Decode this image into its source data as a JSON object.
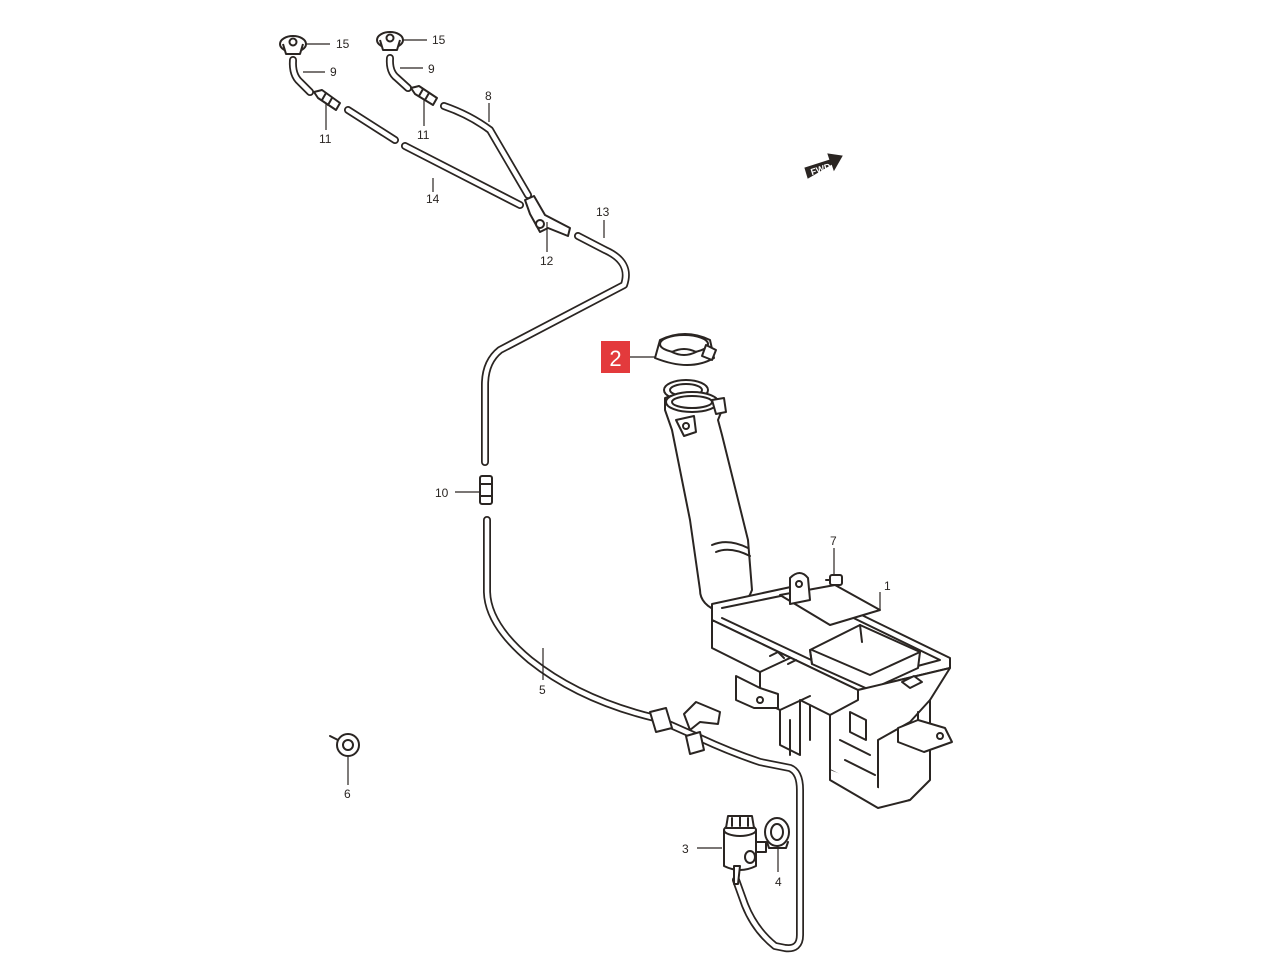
{
  "diagram": {
    "front_arrow_label": "FWD",
    "highlight_color": "#e33a3c",
    "highlighted_part": "2",
    "callouts": [
      {
        "id": "c1",
        "label": "1"
      },
      {
        "id": "c2",
        "label": "2"
      },
      {
        "id": "c3",
        "label": "3"
      },
      {
        "id": "c4",
        "label": "4"
      },
      {
        "id": "c5",
        "label": "5"
      },
      {
        "id": "c6",
        "label": "6"
      },
      {
        "id": "c7",
        "label": "7"
      },
      {
        "id": "c8",
        "label": "8"
      },
      {
        "id": "c9a",
        "label": "9"
      },
      {
        "id": "c9b",
        "label": "9"
      },
      {
        "id": "c10",
        "label": "10"
      },
      {
        "id": "c11a",
        "label": "11"
      },
      {
        "id": "c11b",
        "label": "11"
      },
      {
        "id": "c12",
        "label": "12"
      },
      {
        "id": "c13",
        "label": "13"
      },
      {
        "id": "c14",
        "label": "14"
      },
      {
        "id": "c15a",
        "label": "15"
      },
      {
        "id": "c15b",
        "label": "15"
      }
    ]
  }
}
